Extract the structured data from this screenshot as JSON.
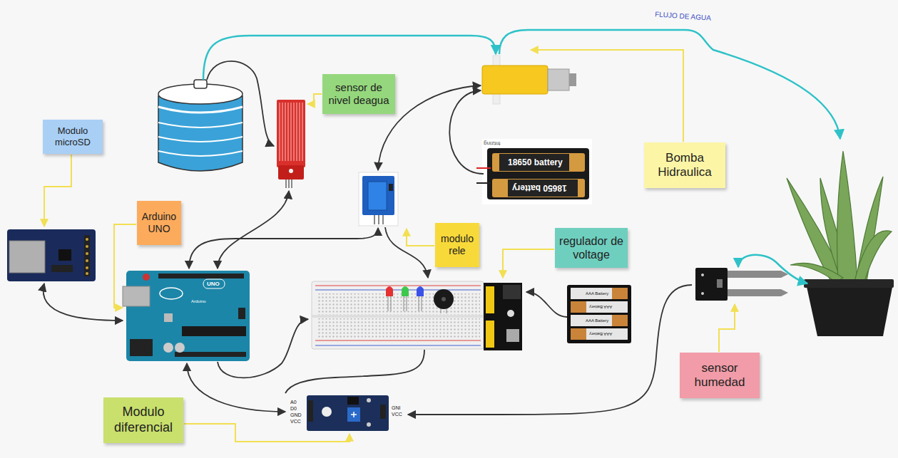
{
  "diagram": {
    "nodes": [
      {
        "text": [
          "Modulo microSD"
        ]
      },
      {
        "text": [
          "Arduino UNO"
        ]
      },
      {
        "text": [
          "sensor de nivel deagua"
        ]
      },
      {
        "text": [
          "modulo rele"
        ]
      },
      {
        "text": [
          "regulador de voltage"
        ]
      },
      {
        "text": [
          "Bomba Hidraulica"
        ]
      },
      {
        "text": [
          "sensor humedad"
        ]
      },
      {
        "text": [
          "Modulo diferencial"
        ]
      }
    ],
    "labels": [
      "FLUJO DE AGUA",
      "fritzing",
      "18650 battery",
      "18650 battery",
      "AAA Battery",
      "AAA Battery",
      "AAA Battery",
      "AAA Battery",
      "Arduino",
      "UNO",
      "A0",
      "D0",
      "GND",
      "VCC",
      "GNI",
      "VCC"
    ]
  }
}
